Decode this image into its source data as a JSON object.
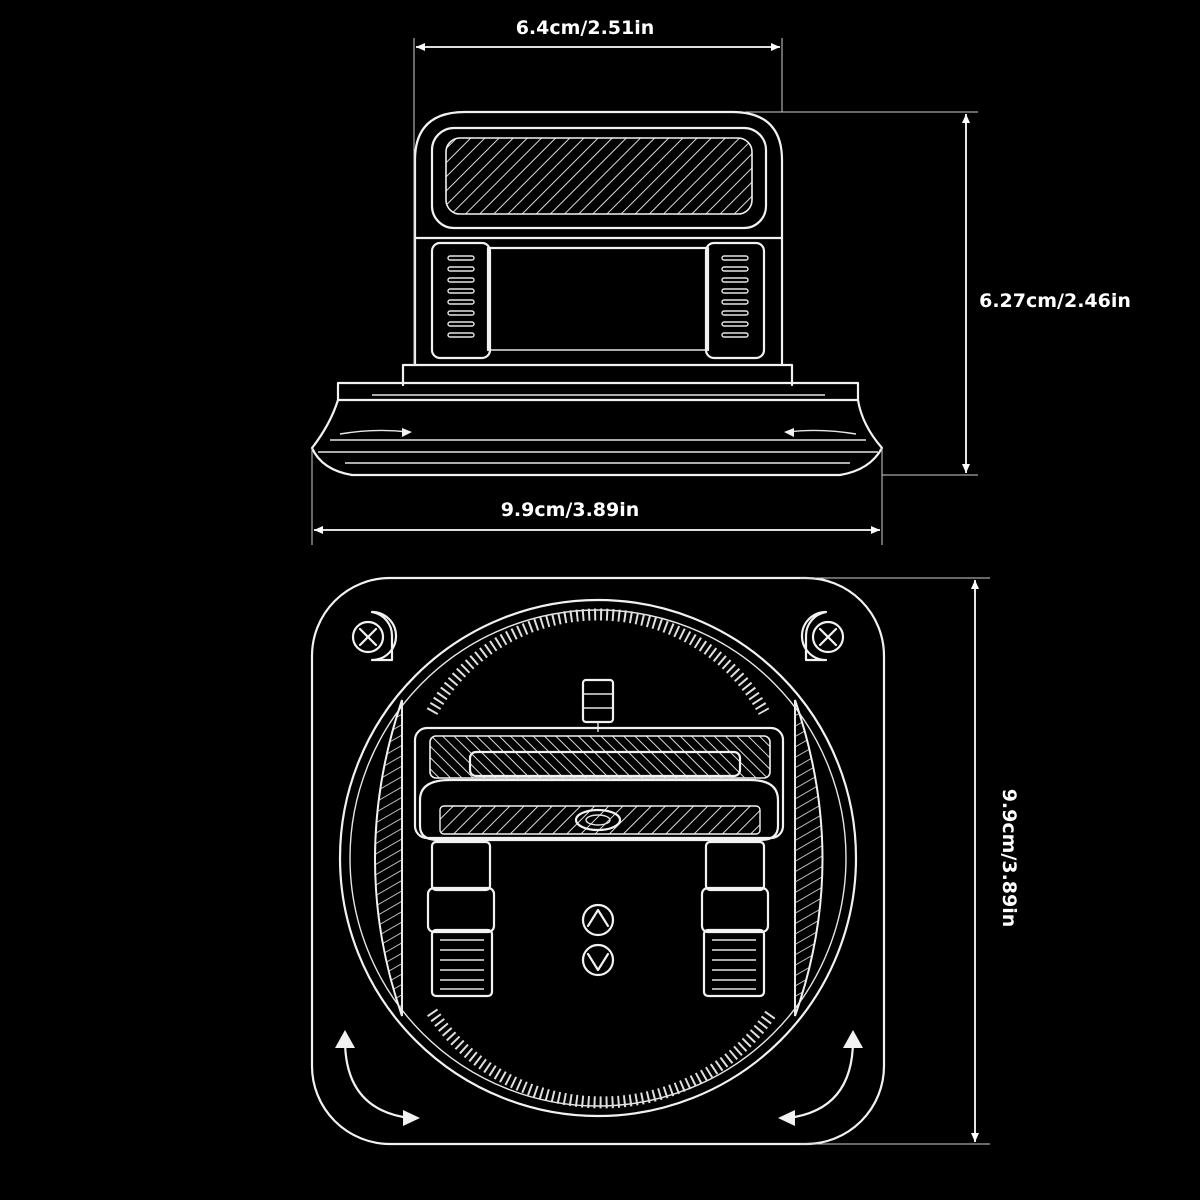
{
  "dimensions": {
    "top_width": "6.4cm/2.51in",
    "height": "6.27cm/2.46in",
    "base_width": "9.9cm/3.89in",
    "square_side": "9.9cm/3.89in"
  },
  "colors": {
    "background": "#000000",
    "line": "#f2f2f2",
    "label": "#ffffff"
  },
  "icons": {
    "screw": "screw-x-icon",
    "direction": "up-down-arrow-icon",
    "rotate": "curved-rotate-arrow-icon"
  }
}
